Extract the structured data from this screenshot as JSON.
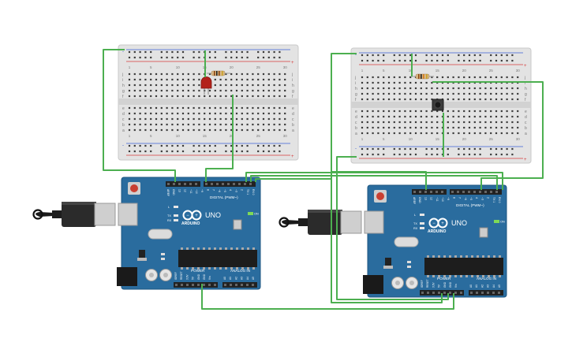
{
  "colors": {
    "background": "#ffffff",
    "board": "#2a6c9e",
    "board_dark": "#1d5680",
    "board_text": "#ffffff",
    "breadboard": "#e3e3e3",
    "breadboard_hole": "#3b3b3b",
    "rail_red": "#d43a3a",
    "rail_blue": "#3a5fd4",
    "wire": "#4caf50",
    "header": "#222222",
    "chip": "#1d1d1d",
    "usb_plug": "#2b2b2b",
    "usb_metal": "#cfcfcf",
    "led": "#b3221b",
    "reset_button": "#c94032",
    "crystal": "#dcdcdc"
  },
  "boards": [
    {
      "brand": "ARDUINO",
      "model": "UNO",
      "header_digital": "DIGITAL (PWM~)",
      "header_power": "POWER",
      "header_analog": "ANALOG IN",
      "on_label": "ON",
      "tx_label": "TX",
      "rx_label": "RX",
      "l_label": "L",
      "top_pins": [
        "AREF",
        "GND",
        "13",
        "12",
        "~11",
        "~10",
        "~9",
        "8",
        "7",
        "~6",
        "~5",
        "4",
        "~3",
        "2",
        "TX 1",
        "RX 0"
      ],
      "power_pins": [
        "IOREF",
        "RESET",
        "3.3V",
        "5V",
        "GND",
        "GND",
        "Vin"
      ],
      "analog_pins": [
        "A0",
        "A1",
        "A2",
        "A3",
        "A4",
        "A5"
      ]
    },
    {
      "brand": "ARDUINO",
      "model": "UNO",
      "header_digital": "DIGITAL (PWM~)",
      "header_power": "POWER",
      "header_analog": "ANALOG IN",
      "on_label": "ON",
      "tx_label": "TX",
      "rx_label": "RX",
      "l_label": "L",
      "top_pins": [
        "AREF",
        "GND",
        "13",
        "12",
        "~11",
        "~10",
        "~9",
        "8",
        "7",
        "~6",
        "~5",
        "4",
        "~3",
        "2",
        "TX 1",
        "RX 0"
      ],
      "power_pins": [
        "IOREF",
        "RESET",
        "3.3V",
        "5V",
        "GND",
        "GND",
        "Vin"
      ],
      "analog_pins": [
        "A0",
        "A1",
        "A2",
        "A3",
        "A4",
        "A5"
      ]
    }
  ],
  "breadboards": [
    {
      "rail_top_left": "-",
      "rail_top_right": "+",
      "rail_bottom_left": "-",
      "rail_bottom_right": "+",
      "row_letters_top": [
        "j",
        "i",
        "h",
        "g",
        "f"
      ],
      "row_letters_bottom": [
        "e",
        "d",
        "c",
        "b",
        "a"
      ],
      "column_numbers": [
        "1",
        "5",
        "10",
        "15",
        "20",
        "25",
        "30"
      ]
    },
    {
      "rail_top_left": "-",
      "rail_top_right": "+",
      "rail_bottom_left": "-",
      "rail_bottom_right": "+",
      "row_letters_top": [
        "j",
        "i",
        "h",
        "g",
        "f"
      ],
      "row_letters_bottom": [
        "e",
        "d",
        "c",
        "b",
        "a"
      ],
      "column_numbers": [
        "1",
        "5",
        "10",
        "15",
        "20",
        "25",
        "30"
      ]
    }
  ]
}
